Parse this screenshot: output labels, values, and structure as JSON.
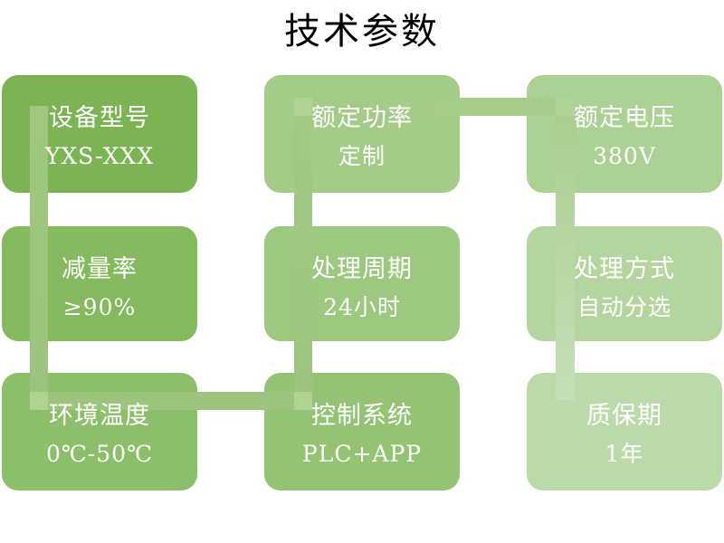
{
  "title": "技术参数",
  "diagram": {
    "boxes": [
      {
        "label": "设备型号",
        "value": "YXS-XXX",
        "color": "#7cb454"
      },
      {
        "label": "额定功率",
        "value": "定制",
        "color": "#a4cc89"
      },
      {
        "label": "额定电压",
        "value": "380V",
        "color": "#acd194"
      },
      {
        "label": "减量率",
        "value": "≥90%",
        "color": "#84b95e"
      },
      {
        "label": "处理周期",
        "value": "24小时",
        "color": "#9cc87f"
      },
      {
        "label": "处理方式",
        "value": "自动分选",
        "color": "#b4d69e"
      },
      {
        "label": "环境温度",
        "value": "0℃-50℃",
        "color": "#8cbf69"
      },
      {
        "label": "控制系统",
        "value": "PLC+APP",
        "color": "#94c374"
      },
      {
        "label": "质保期",
        "value": "1年",
        "color": "#bcdaa9"
      }
    ],
    "connector": {
      "left_v": "linear-gradient(180deg,#a0c67f,#9cc47e)",
      "bottom_h": "#9cc47e",
      "mid_v": "linear-gradient(0deg,#9cc47e,#a3ca85)",
      "top_h": "linear-gradient(90deg,#a3ca85,#a9cd8c)",
      "right_v": "linear-gradient(180deg,#a9cd8c,#c6dfb7)",
      "joint": "#b0d293"
    }
  }
}
